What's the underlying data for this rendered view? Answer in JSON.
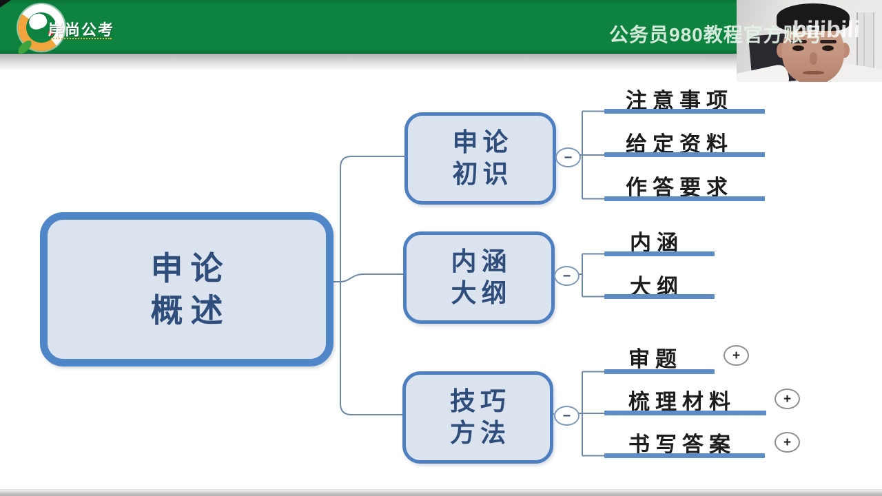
{
  "header": {
    "brand": "岸尚公考",
    "account_watermark": "公务员980教程官方账号",
    "bilibili_watermark": "bilibili"
  },
  "colors": {
    "header_green": "#0e8340",
    "node_border": "#4e7fc1",
    "node_fill": "#dbe3ef",
    "node_text": "#2e4d7b",
    "underline_bar": "#5e8cc4"
  },
  "mindmap": {
    "root": {
      "line1": "申论",
      "line2": "概述"
    },
    "branches": [
      {
        "line1": "申论",
        "line2": "初识",
        "collapse_glyph": "−",
        "children": [
          {
            "label": "注意事项"
          },
          {
            "label": "给定资料"
          },
          {
            "label": "作答要求"
          }
        ]
      },
      {
        "line1": "内涵",
        "line2": "大纲",
        "collapse_glyph": "−",
        "children": [
          {
            "label": "内涵"
          },
          {
            "label": "大纲"
          }
        ]
      },
      {
        "line1": "技巧",
        "line2": "方法",
        "collapse_glyph": "−",
        "children": [
          {
            "label": "审题",
            "expand_glyph": "+"
          },
          {
            "label": "梳理材料",
            "expand_glyph": "+"
          },
          {
            "label": "书写答案",
            "expand_glyph": "+"
          }
        ]
      }
    ]
  }
}
